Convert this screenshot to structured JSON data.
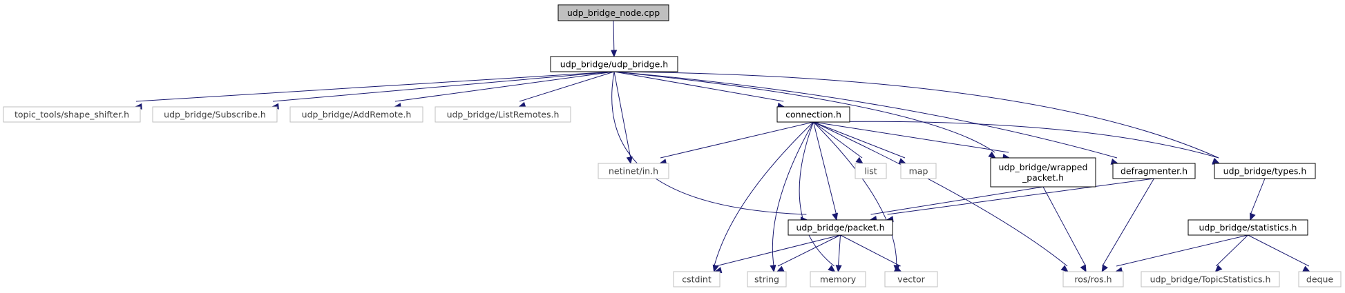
{
  "graph": {
    "edge_color": "#191970",
    "root_fill": "#bfbfbf",
    "external_border": "#bfbfbf",
    "nodes": [
      {
        "id": "udp_bridge_node",
        "kind": "root",
        "lines": [
          "udp_bridge_node.cpp"
        ]
      },
      {
        "id": "udp_bridge_h",
        "kind": "doc",
        "lines": [
          "udp_bridge/udp_bridge.h"
        ]
      },
      {
        "id": "shape_shifter",
        "kind": "ext",
        "lines": [
          "topic_tools/shape_shifter.h"
        ]
      },
      {
        "id": "subscribe",
        "kind": "ext",
        "lines": [
          "udp_bridge/Subscribe.h"
        ]
      },
      {
        "id": "addremote",
        "kind": "ext",
        "lines": [
          "udp_bridge/AddRemote.h"
        ]
      },
      {
        "id": "listremotes",
        "kind": "ext",
        "lines": [
          "udp_bridge/ListRemotes.h"
        ]
      },
      {
        "id": "connection",
        "kind": "doc",
        "lines": [
          "connection.h"
        ]
      },
      {
        "id": "netinet",
        "kind": "ext",
        "lines": [
          "netinet/in.h"
        ]
      },
      {
        "id": "list",
        "kind": "ext",
        "lines": [
          "list"
        ]
      },
      {
        "id": "map",
        "kind": "ext",
        "lines": [
          "map"
        ]
      },
      {
        "id": "wrapped_packet",
        "kind": "doc",
        "lines": [
          "udp_bridge/wrapped",
          "_packet.h"
        ]
      },
      {
        "id": "defragmenter",
        "kind": "doc",
        "lines": [
          "defragmenter.h"
        ]
      },
      {
        "id": "types",
        "kind": "doc",
        "lines": [
          "udp_bridge/types.h"
        ]
      },
      {
        "id": "packet",
        "kind": "doc",
        "lines": [
          "udp_bridge/packet.h"
        ]
      },
      {
        "id": "statistics",
        "kind": "doc",
        "lines": [
          "udp_bridge/statistics.h"
        ]
      },
      {
        "id": "cstdint",
        "kind": "ext",
        "lines": [
          "cstdint"
        ]
      },
      {
        "id": "string",
        "kind": "ext",
        "lines": [
          "string"
        ]
      },
      {
        "id": "memory",
        "kind": "ext",
        "lines": [
          "memory"
        ]
      },
      {
        "id": "vector",
        "kind": "ext",
        "lines": [
          "vector"
        ]
      },
      {
        "id": "ros",
        "kind": "ext",
        "lines": [
          "ros/ros.h"
        ]
      },
      {
        "id": "topicstatistics",
        "kind": "ext",
        "lines": [
          "udp_bridge/TopicStatistics.h"
        ]
      },
      {
        "id": "deque",
        "kind": "ext",
        "lines": [
          "deque"
        ]
      }
    ],
    "edges": [
      [
        "udp_bridge_node",
        "udp_bridge_h"
      ],
      [
        "udp_bridge_h",
        "shape_shifter"
      ],
      [
        "udp_bridge_h",
        "subscribe"
      ],
      [
        "udp_bridge_h",
        "addremote"
      ],
      [
        "udp_bridge_h",
        "listremotes"
      ],
      [
        "udp_bridge_h",
        "connection"
      ],
      [
        "udp_bridge_h",
        "netinet"
      ],
      [
        "udp_bridge_h",
        "packet"
      ],
      [
        "udp_bridge_h",
        "wrapped_packet"
      ],
      [
        "udp_bridge_h",
        "defragmenter"
      ],
      [
        "udp_bridge_h",
        "types"
      ],
      [
        "connection",
        "netinet"
      ],
      [
        "connection",
        "list"
      ],
      [
        "connection",
        "map"
      ],
      [
        "connection",
        "wrapped_packet"
      ],
      [
        "connection",
        "types"
      ],
      [
        "connection",
        "packet"
      ],
      [
        "connection",
        "cstdint"
      ],
      [
        "connection",
        "string"
      ],
      [
        "connection",
        "memory"
      ],
      [
        "connection",
        "vector"
      ],
      [
        "connection",
        "ros"
      ],
      [
        "wrapped_packet",
        "packet"
      ],
      [
        "wrapped_packet",
        "ros"
      ],
      [
        "defragmenter",
        "packet"
      ],
      [
        "defragmenter",
        "ros"
      ],
      [
        "types",
        "statistics"
      ],
      [
        "packet",
        "cstdint"
      ],
      [
        "packet",
        "string"
      ],
      [
        "packet",
        "memory"
      ],
      [
        "packet",
        "vector"
      ],
      [
        "statistics",
        "ros"
      ],
      [
        "statistics",
        "topicstatistics"
      ],
      [
        "statistics",
        "deque"
      ]
    ]
  }
}
